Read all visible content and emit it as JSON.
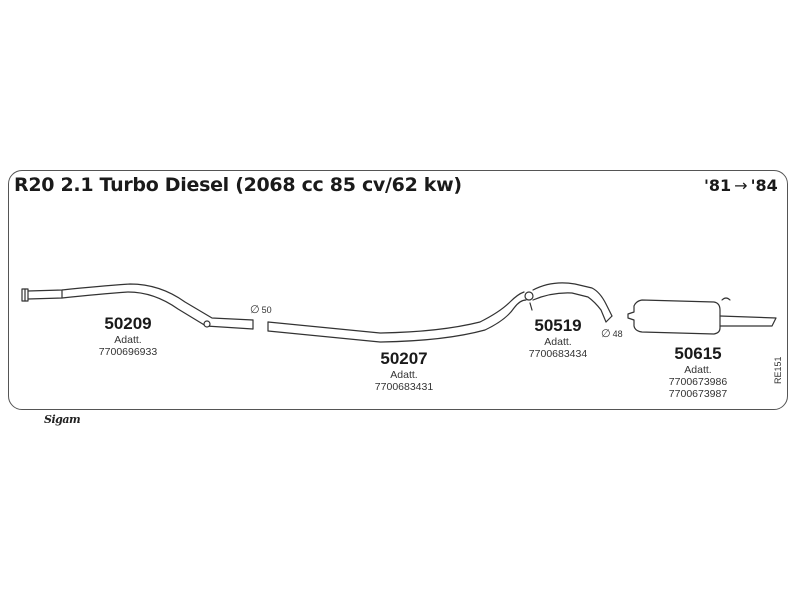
{
  "header": {
    "title": "R20 2.1 Turbo Diesel (2068 cc 85 cv/62 kw)",
    "year_from": "'81",
    "year_arrow": "→",
    "year_to": "'84"
  },
  "parts": [
    {
      "number": "50209",
      "adapt_label": "Adatt.",
      "refs": [
        "7700696933"
      ]
    },
    {
      "number": "50207",
      "adapt_label": "Adatt.",
      "refs": [
        "7700683431"
      ]
    },
    {
      "number": "50519",
      "adapt_label": "Adatt.",
      "refs": [
        "7700683434"
      ]
    },
    {
      "number": "50615",
      "adapt_label": "Adatt.",
      "refs": [
        "7700673986",
        "7700673987"
      ]
    }
  ],
  "diameters": [
    {
      "symbol": "∅",
      "value": "50"
    },
    {
      "symbol": "∅",
      "value": "48"
    }
  ],
  "diagram_code": "RE151",
  "brand_logo": "Sigam"
}
